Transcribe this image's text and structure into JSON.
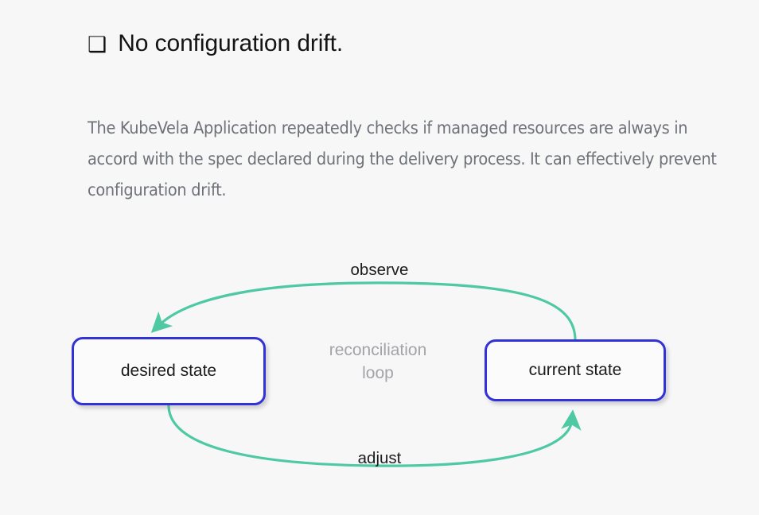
{
  "page": {
    "background_color": "#f7f7f7"
  },
  "heading": {
    "icon": "ballot-box-icon",
    "icon_glyph": "❑",
    "text": "No configuration drift.",
    "color": "#141414"
  },
  "body": {
    "paragraph": "The KubeVela Application repeatedly checks if managed resources are always in accord with the spec declared during the delivery process. It can effectively prevent configuration drift.",
    "color": "#6e7278"
  },
  "diagram": {
    "type": "cycle-diagram",
    "center_label_line1": "reconciliation",
    "center_label_line2": "loop",
    "center_label_color": "#a3a3a8",
    "node_border_color": "#3232d6",
    "node_fill_color": "#fbfbfb",
    "arrow_color": "#4ec9a4",
    "nodes": [
      {
        "id": "desired-state",
        "label": "desired state"
      },
      {
        "id": "current-state",
        "label": "current state"
      }
    ],
    "edges": [
      {
        "id": "observe",
        "label": "observe",
        "from": "current-state",
        "to": "desired-state",
        "position": "top"
      },
      {
        "id": "adjust",
        "label": "adjust",
        "from": "desired-state",
        "to": "current-state",
        "position": "bottom"
      }
    ]
  }
}
